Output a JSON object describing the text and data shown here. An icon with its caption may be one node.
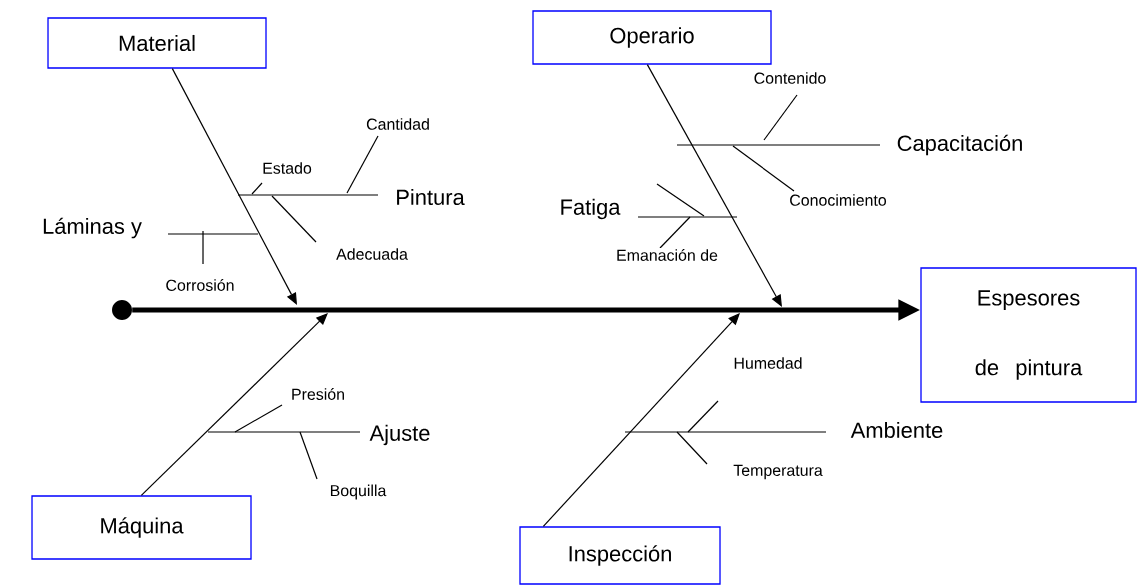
{
  "diagram": {
    "nodes": [
      {
        "text": [
          "Material"
        ]
      },
      {
        "text": [
          "Operario"
        ]
      },
      {
        "text": [
          "Máquina"
        ]
      },
      {
        "text": [
          "Inspección"
        ]
      },
      {
        "text": [
          "Espesores de pintura"
        ]
      },
      {
        "text": [],
        "shape": "circle"
      }
    ],
    "edges": [
      {
        "from": 5,
        "to": 4,
        "arrow": "to",
        "style": "thick"
      },
      {
        "from": 0,
        "to": null,
        "arrow": "to"
      },
      {
        "from": 1,
        "to": null,
        "arrow": "to"
      },
      {
        "from": 2,
        "to": null,
        "arrow": "to"
      },
      {
        "from": 3,
        "to": null,
        "arrow": "to"
      }
    ],
    "labels": [
      "Cantidad",
      "Contenido",
      "Capacitación",
      "Estado",
      "Pintura",
      "Conocimiento",
      "Fatiga",
      "Láminas y",
      "Adecuada",
      "Emanación de",
      "Corrosión",
      "Presión",
      "Humedad",
      "Ajuste",
      "Ambiente",
      "Boquilla",
      "Temperatura"
    ]
  }
}
